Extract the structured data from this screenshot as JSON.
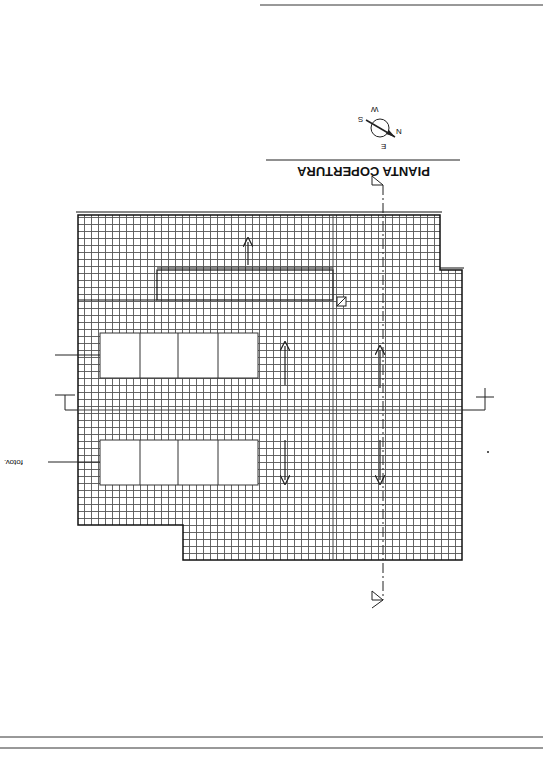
{
  "diagram": {
    "title": "PIANTA COPERTURA",
    "labels": [
      "fotov.",
      "N",
      "E",
      "S",
      "W"
    ]
  }
}
